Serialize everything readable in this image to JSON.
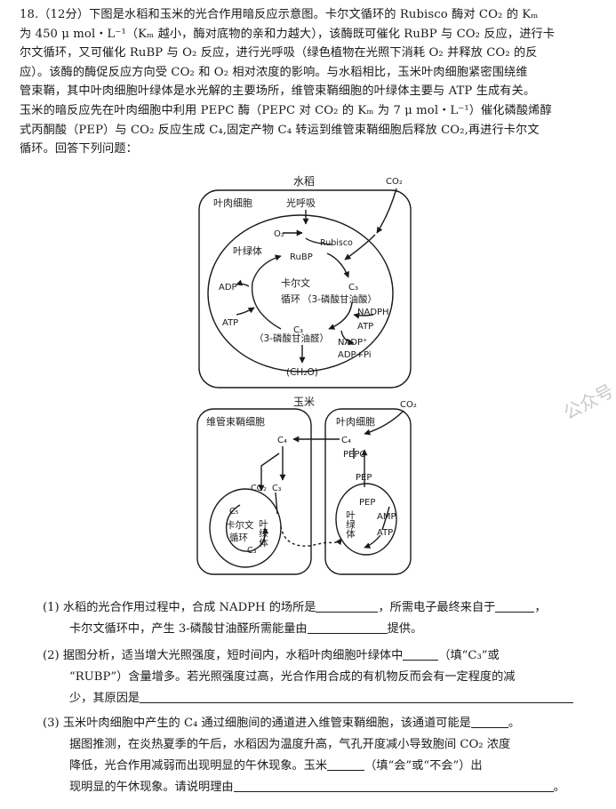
{
  "intro": {
    "lines": [
      "18.（12分）下图是水稻和玉米的光合作用暗反应示意图。卡尔文循环的 Rubisco 酶对 CO₂ 的 Kₘ",
      "为 450 μ mol・L⁻¹（Kₘ 越小，酶对底物的亲和力越大），该酶既可催化 RuBP 与 CO₂ 反应，进行卡",
      "尔文循环，又可催化 RuBP 与 O₂ 反应，进行光呼吸（绿色植物在光照下消耗 O₂ 并释放 CO₂ 的反",
      "应）。该酶的酶促反应方向受 CO₂ 和 O₂ 相对浓度的影响。与水稻相比，玉米叶肉细胞紧密围绕维",
      "管束鞘，其中叶肉细胞叶绿体是水光解的主要场所，维管束鞘细胞的叶绿体主要与 ATP 生成有关。",
      "玉米的暗反应先在叶肉细胞中利用 PEPC 酶（PEPC 对 CO₂ 的 Kₘ 为 7 μ mol・L⁻¹）催化磷酸烯醇",
      "式丙酮酸（PEP）与 CO₂ 反应生成 C₄,固定产物 C₄ 转运到维管束鞘细胞后释放 CO₂,再进行卡尔文",
      "循环。回答下列问题："
    ]
  },
  "diagram": {
    "rice": {
      "title": "水稻",
      "co2": "CO₂",
      "mesophyll_cell": "叶肉细胞",
      "photorespiration": "光呼吸",
      "chloroplast": "叶绿体",
      "o2": "O₂",
      "rubisco": "Rubisco",
      "rubp": "RuBP",
      "calvin_1": "卡尔文",
      "calvin_2": "循环",
      "c3_top": "C₃",
      "c3_top_note": "（3-磷酸甘油酸）",
      "c3_bottom": "C₃",
      "c3_bottom_note": "（3-磷酸甘油醛）",
      "adp": "ADP",
      "atp_left": "ATP",
      "nadph": "NADPH",
      "atp_right": "ATP",
      "nadp": "NADP⁺",
      "adp_pi": "ADP+Pi",
      "ch2o": "(CH₂O)"
    },
    "corn": {
      "title": "玉米",
      "co2": "CO₂",
      "bundle_sheath": "维管束鞘细胞",
      "mesophyll": "叶肉细胞",
      "c4_left": "C₄",
      "c4_right": "C₄",
      "pepc": "PEPC",
      "pep_out": "PEP",
      "co2_inner": "CO₂",
      "c3_a": "C₃",
      "c5": "C₅",
      "c3_b": "C₃",
      "calvin_1": "卡尔文",
      "calvin_2": "循环",
      "chloroplast_v": "叶绿体",
      "pep_in": "PEP",
      "chloroplast_m": "叶绿体",
      "amp": "AMP",
      "atp": "ATP"
    }
  },
  "questions": [
    {
      "lines": [
        [
          "(1) 水稻的光合作用过程中，合成 NADPH 的场所是",
          "__b:70",
          "，所需电子最终来自于",
          "__b:44",
          "，"
        ],
        [
          "卡尔文循环中，产生 3-磷酸甘油醛所需能量由",
          "__b:90",
          "提供。"
        ]
      ]
    },
    {
      "lines": [
        [
          "(2) 据图分析，适当增大光照强度，短时间内，水稻叶肉细胞叶绿体中",
          "__b:40",
          "（填“C₃”或"
        ],
        [
          "“RUBP”）含量增多。若光照强度过高，光合作用合成的有机物反而会有一定程度的减"
        ],
        [
          "少，其原因是",
          "__b:488",
          ""
        ]
      ]
    },
    {
      "lines": [
        [
          "(3) 玉米叶肉细胞中产生的 C₄ 通过细胞间的通道进入维管束鞘细胞，该通道可能是",
          "__b:42",
          "。"
        ],
        [
          "据图推测，在炎热夏季的午后，水稻因为温度升高，气孔开度减小导致胞间 CO₂ 浓度"
        ],
        [
          "降低，光合作用减弱而出现明显的午休现象。玉米",
          "__b:42",
          "（填“会”或“不会”）出"
        ],
        [
          "现明显的午休现象。请说明理由",
          "__b:360",
          "。"
        ]
      ]
    }
  ],
  "watermark": "公众号"
}
